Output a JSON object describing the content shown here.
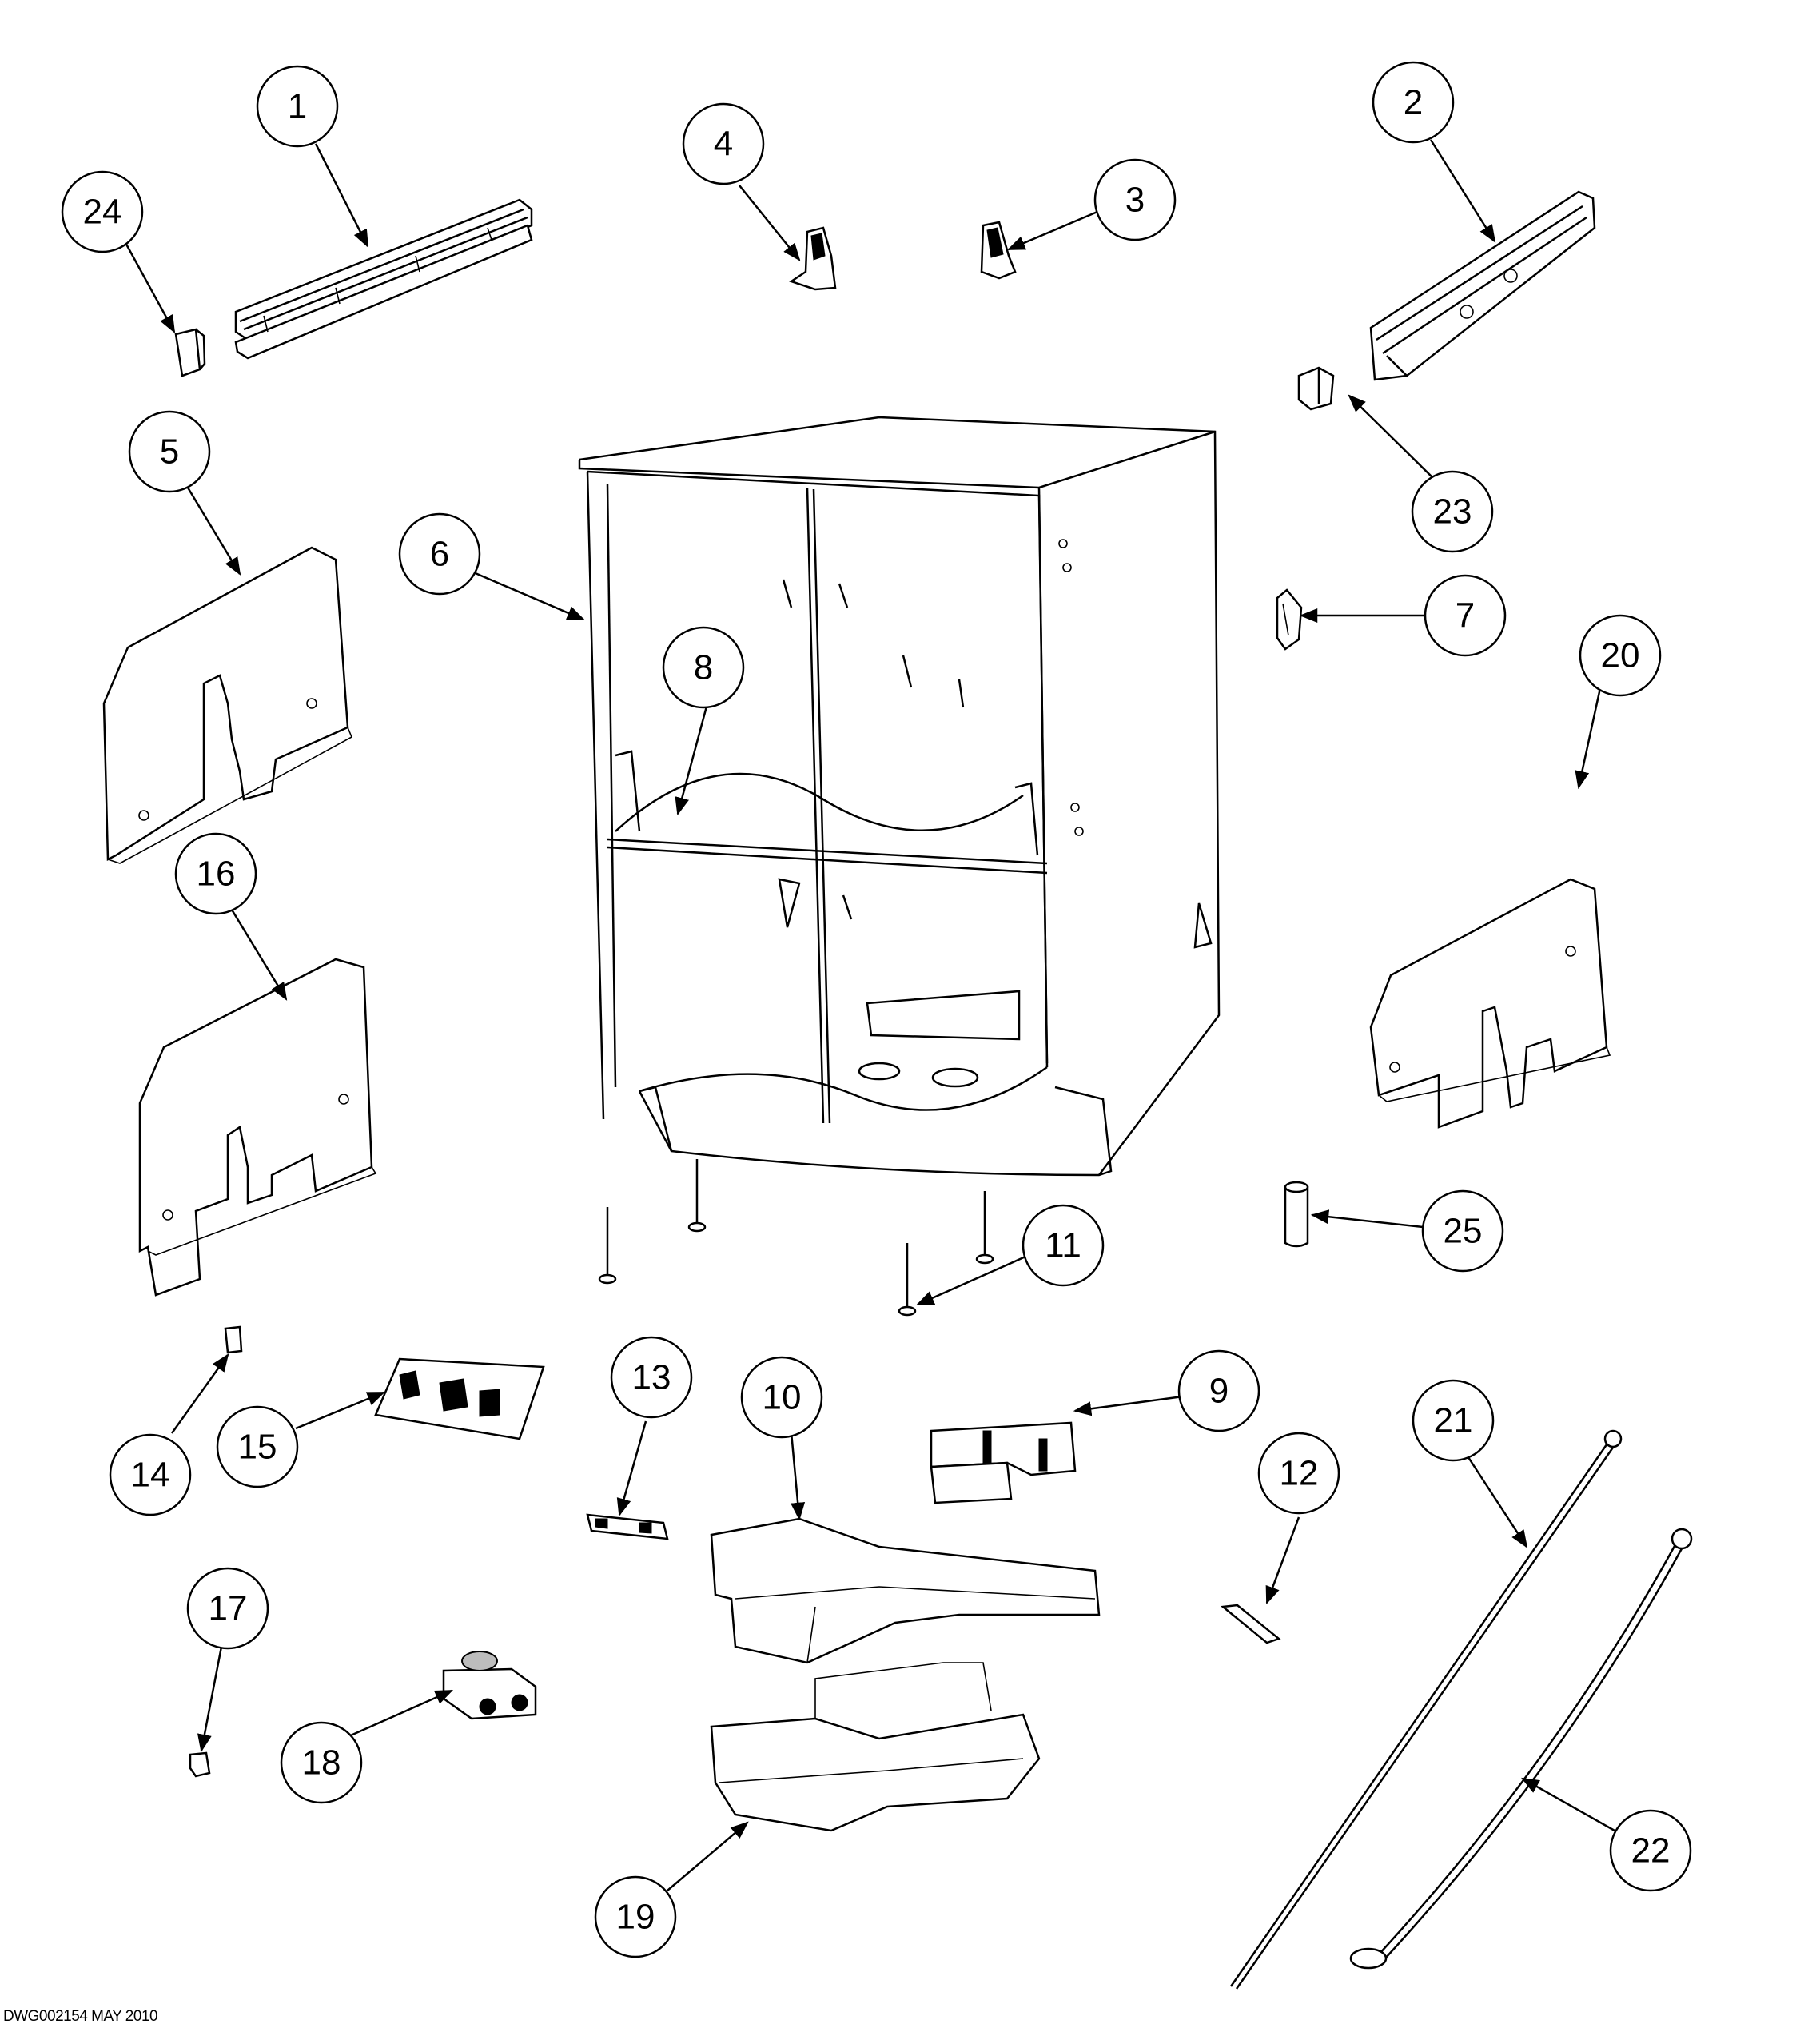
{
  "drawing_id": "DWG002154 MAY 2010",
  "callouts": [
    {
      "label": "1"
    },
    {
      "label": "2"
    },
    {
      "label": "3"
    },
    {
      "label": "4"
    },
    {
      "label": "5"
    },
    {
      "label": "6"
    },
    {
      "label": "7"
    },
    {
      "label": "8"
    },
    {
      "label": "9"
    },
    {
      "label": "10"
    },
    {
      "label": "11"
    },
    {
      "label": "12"
    },
    {
      "label": "13"
    },
    {
      "label": "14"
    },
    {
      "label": "15"
    },
    {
      "label": "16"
    },
    {
      "label": "17"
    },
    {
      "label": "18"
    },
    {
      "label": "19"
    },
    {
      "label": "20"
    },
    {
      "label": "21"
    },
    {
      "label": "22"
    },
    {
      "label": "23"
    },
    {
      "label": "24"
    },
    {
      "label": "25"
    }
  ]
}
